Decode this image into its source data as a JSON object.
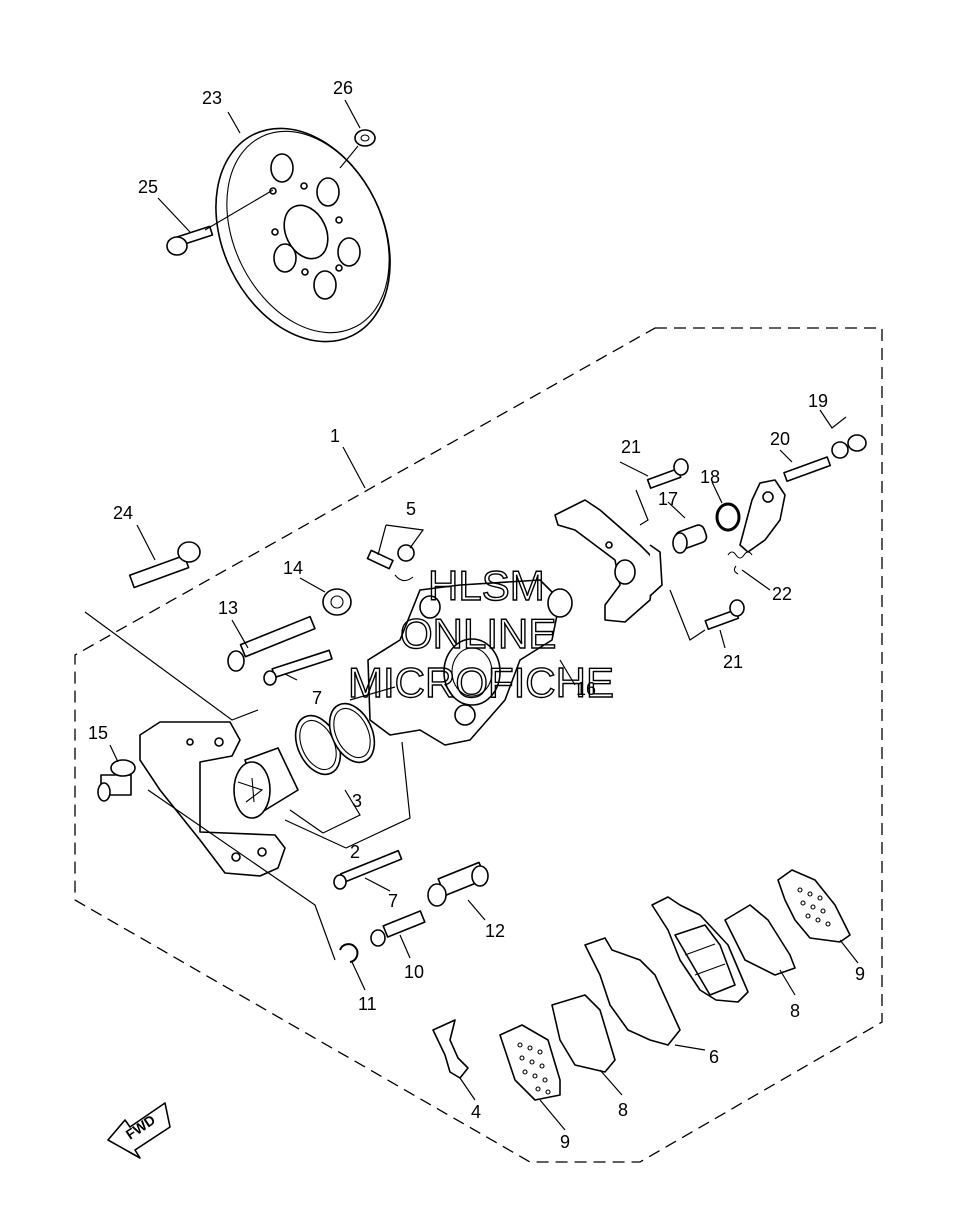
{
  "watermark": [
    "HLSM",
    "ONLINE",
    "MICROFICHE"
  ],
  "direction_label": "FWD",
  "callouts": [
    {
      "id": "c1",
      "text": "1"
    },
    {
      "id": "c2",
      "text": "2"
    },
    {
      "id": "c3",
      "text": "3"
    },
    {
      "id": "c4",
      "text": "4"
    },
    {
      "id": "c5",
      "text": "5"
    },
    {
      "id": "c6",
      "text": "6"
    },
    {
      "id": "c7a",
      "text": "7"
    },
    {
      "id": "c7b",
      "text": "7"
    },
    {
      "id": "c8a",
      "text": "8"
    },
    {
      "id": "c8b",
      "text": "8"
    },
    {
      "id": "c9a",
      "text": "9"
    },
    {
      "id": "c9b",
      "text": "9"
    },
    {
      "id": "c10",
      "text": "10"
    },
    {
      "id": "c11",
      "text": "11"
    },
    {
      "id": "c12",
      "text": "12"
    },
    {
      "id": "c13",
      "text": "13"
    },
    {
      "id": "c14",
      "text": "14"
    },
    {
      "id": "c15",
      "text": "15"
    },
    {
      "id": "c16",
      "text": "16"
    },
    {
      "id": "c17",
      "text": "17"
    },
    {
      "id": "c18",
      "text": "18"
    },
    {
      "id": "c19",
      "text": "19"
    },
    {
      "id": "c20",
      "text": "20"
    },
    {
      "id": "c21a",
      "text": "21"
    },
    {
      "id": "c21b",
      "text": "21"
    },
    {
      "id": "c22",
      "text": "22"
    },
    {
      "id": "c23",
      "text": "23"
    },
    {
      "id": "c24",
      "text": "24"
    },
    {
      "id": "c25",
      "text": "25"
    },
    {
      "id": "c26",
      "text": "26"
    }
  ]
}
